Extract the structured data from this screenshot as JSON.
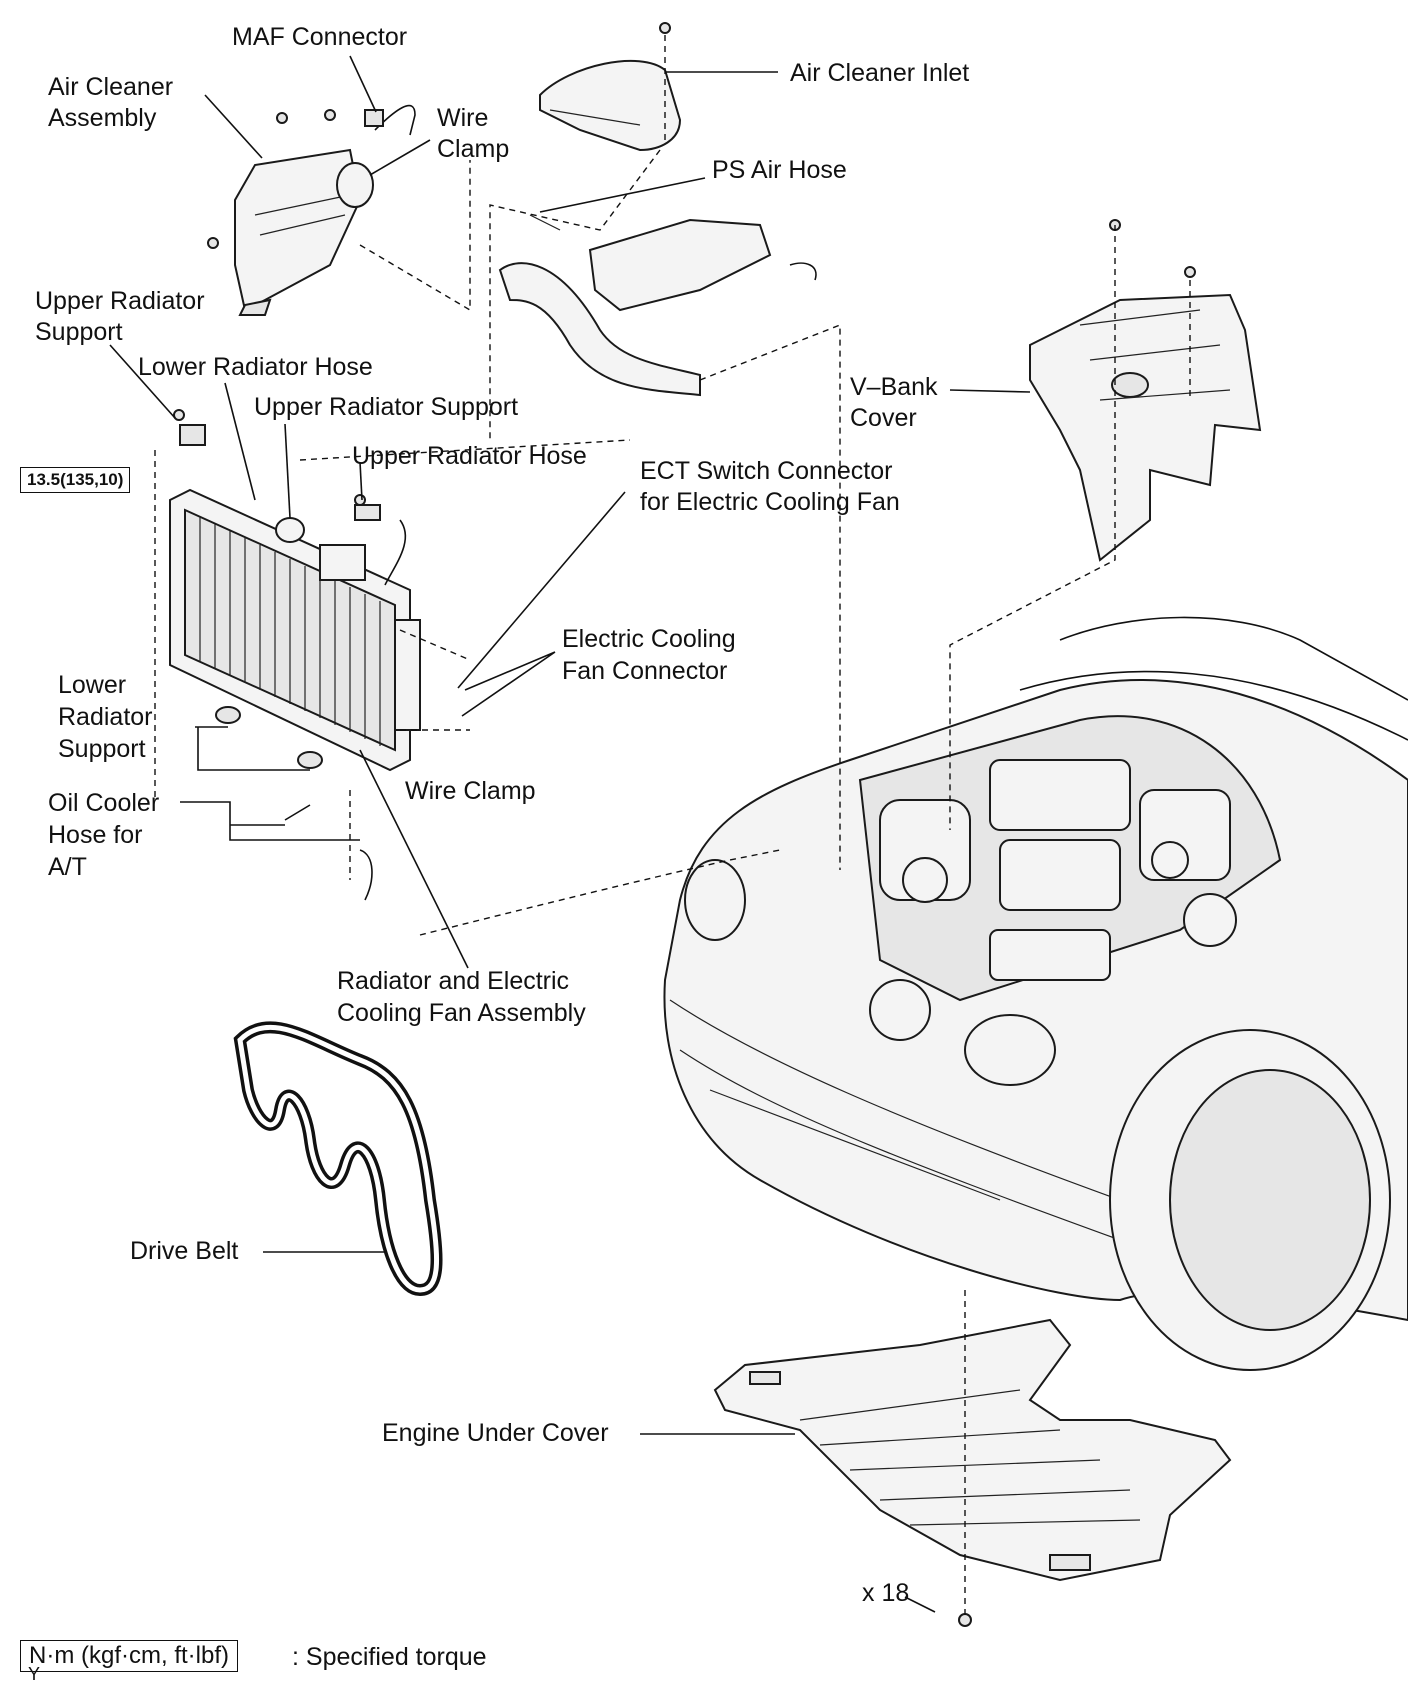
{
  "labels": {
    "maf_connector": "MAF Connector",
    "air_cleaner_assembly_1": "Air Cleaner",
    "air_cleaner_assembly_2": "Assembly",
    "wire_clamp_top_1": "Wire",
    "wire_clamp_top_2": "Clamp",
    "air_cleaner_inlet": "Air Cleaner Inlet",
    "ps_air_hose": "PS Air Hose",
    "upper_radiator_support_left_1": "Upper Radiator",
    "upper_radiator_support_left_2": "Support",
    "lower_radiator_hose": "Lower Radiator Hose",
    "upper_radiator_support_mid": "Upper Radiator Support",
    "upper_radiator_hose": "Upper Radiator Hose",
    "ect_switch_1": "ECT  Switch  Connector",
    "ect_switch_2": "for Electric Cooling Fan",
    "v_bank_cover_1": "V–Bank",
    "v_bank_cover_2": "Cover",
    "electric_cooling_fan_connector_1": "Electric Cooling",
    "electric_cooling_fan_connector_2": "Fan Connector",
    "lower_radiator_support_1": "Lower",
    "lower_radiator_support_2": "Radiator",
    "lower_radiator_support_3": "Support",
    "wire_clamp_bottom": "Wire Clamp",
    "oil_cooler_hose_1": "Oil Cooler",
    "oil_cooler_hose_2": "Hose for",
    "oil_cooler_hose_3": "A/T",
    "radiator_assembly_1": "Radiator and Electric",
    "radiator_assembly_2": "Cooling Fan Assembly",
    "drive_belt": "Drive Belt",
    "engine_under_cover": "Engine Under Cover",
    "bolt_count": "x 18"
  },
  "torque": "13.5(135,10)",
  "legend": {
    "unit_box": "N·m (kgf·cm, ft·lbf)",
    "description": ": Specified torque"
  },
  "figure_code": "Y"
}
